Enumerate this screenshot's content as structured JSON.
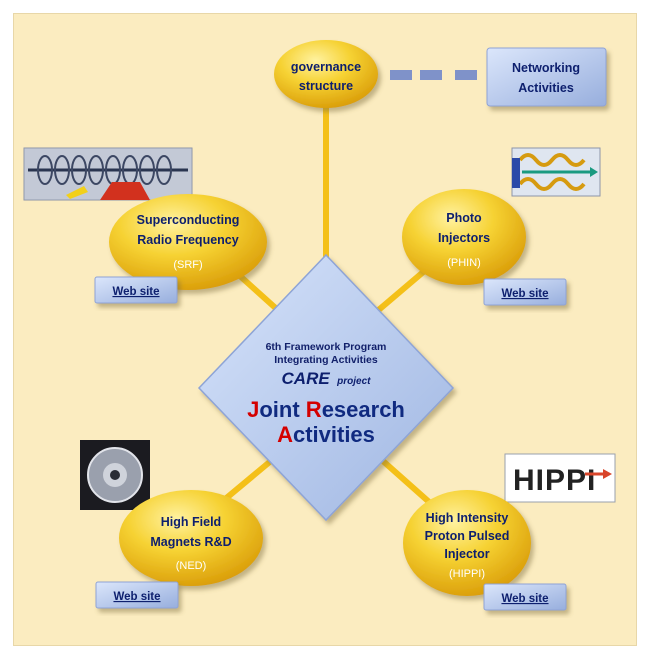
{
  "governance": {
    "line1": "governance",
    "line2": "structure"
  },
  "networking": {
    "line1": "Networking",
    "line2": "Activities"
  },
  "center": {
    "line1": "6th Framework Program",
    "line2": "Integrating Activities",
    "care": "CARE",
    "project": "project",
    "jra": {
      "j_cap": "J",
      "j_rest": "oint ",
      "r_cap": "R",
      "r_rest": "esearch",
      "a_cap": "A",
      "a_rest": "ctivities"
    }
  },
  "nodes": {
    "srf": {
      "line1": "Superconducting",
      "line2": "Radio Frequency",
      "abbr": "(SRF)",
      "link": "Web site"
    },
    "phin": {
      "line1": "Photo",
      "line2": "Injectors",
      "abbr": "(PHIN)",
      "link": "Web site"
    },
    "ned": {
      "line1": "High Field",
      "line2": "Magnets R&D",
      "abbr": "(NED)",
      "link": "Web site"
    },
    "hippi": {
      "line1": "High Intensity",
      "line2": "Proton Pulsed",
      "line3": "Injector",
      "abbr": "(HIPPI)",
      "link": "Web site"
    }
  },
  "hippi_logo": {
    "text": "HIPPI"
  },
  "colors": {
    "background": "#fbecc0",
    "node_yellow": "#f2c21a",
    "box_blue": "#b7c8ea",
    "text_navy": "#0d1f6e",
    "accent_red": "#d40000"
  }
}
